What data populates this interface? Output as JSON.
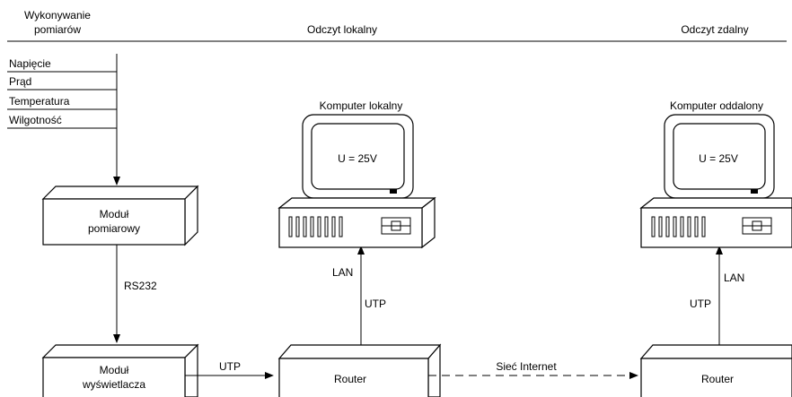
{
  "columns": {
    "measurement": [
      "Wykonywanie",
      "pomiarów"
    ],
    "local": "Odczyt lokalny",
    "remote": "Odczyt zdalny"
  },
  "measurements": [
    "Napięcie",
    "Prąd",
    "Temperatura",
    "Wilgotność"
  ],
  "modules": {
    "measuring": [
      "Moduł",
      "pomiarowy"
    ],
    "display": [
      "Moduł",
      "wyświetlacza"
    ]
  },
  "routers": {
    "local": "Router",
    "remote": "Router"
  },
  "computers": {
    "local": {
      "title": "Komputer lokalny",
      "screen": "U = 25V"
    },
    "remote": {
      "title": "Komputer oddalony",
      "screen": "U = 25V"
    }
  },
  "connections": {
    "rs232": "RS232",
    "utp_display_router": "UTP",
    "internet": "Sieć Internet",
    "lan_local": "LAN",
    "utp_local": "UTP",
    "lan_remote": "LAN",
    "utp_remote": "UTP"
  }
}
